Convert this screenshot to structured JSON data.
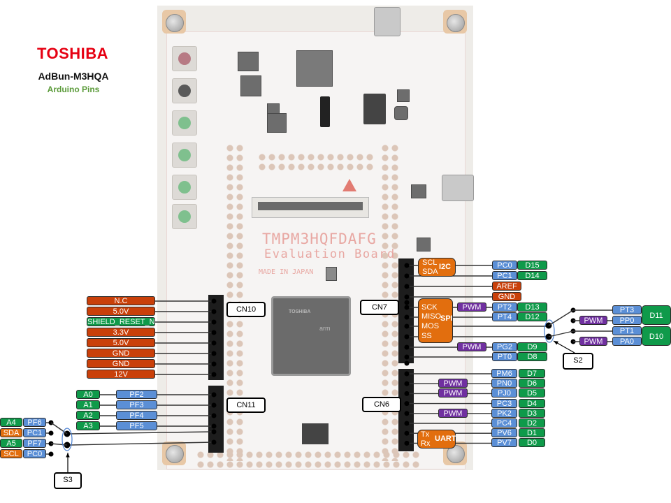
{
  "header": {
    "brand": "TOSHIBA",
    "model": "AdBun-M3HQA",
    "subtitle": "Arduino Pins"
  },
  "board": {
    "title_line1": "TMPM3HQFDAFG",
    "title_line2": "Evaluation Board",
    "made_in": "MADE IN JAPAN",
    "chip_brand": "TOSHIBA",
    "chip_arm": "arm"
  },
  "colors": {
    "power": "#c9400a",
    "arduino": "#0f9a4a",
    "mcu_pin": "#5b8fd6",
    "pwm": "#7030a0",
    "bus": "#e26e0e",
    "brand": "#e60012"
  },
  "connectors": {
    "cn10": "CN10",
    "cn11": "CN11",
    "cn7": "CN7",
    "cn6": "CN6"
  },
  "cn10_pins": [
    "N.C",
    "5.0V",
    "SHIELD_RESET_N",
    "3.3V",
    "5.0V",
    "GND",
    "GND",
    "12V"
  ],
  "cn11_pins": [
    {
      "arduino": "A0",
      "mcu": "PF2"
    },
    {
      "arduino": "A1",
      "mcu": "PF3"
    },
    {
      "arduino": "A2",
      "mcu": "PF4"
    },
    {
      "arduino": "A3",
      "mcu": "PF5"
    }
  ],
  "s3_options": [
    {
      "func": "A4",
      "mcu": "PF6"
    },
    {
      "func": "SDA",
      "mcu": "PC1"
    },
    {
      "func": "A5",
      "mcu": "PF7"
    },
    {
      "func": "SCL",
      "mcu": "PC0"
    }
  ],
  "switches": {
    "s3": "S3",
    "s2": "S2"
  },
  "cn7_groups": {
    "i2c": {
      "name": "I2C",
      "signals": [
        "SCL",
        "SDA"
      ]
    },
    "spi": {
      "name": "SPI",
      "signals": [
        "SCK",
        "MISO",
        "MOS",
        "SS"
      ]
    }
  },
  "cn7_pins": [
    {
      "mcu": "PC0",
      "arduino": "D15"
    },
    {
      "mcu": "PC1",
      "arduino": "D14"
    },
    {
      "power": "AREF"
    },
    {
      "power": "GND"
    },
    {
      "pwm": "PWM",
      "mcu": "PT2",
      "arduino": "D13"
    },
    {
      "mcu": "PT4",
      "arduino": "D12"
    },
    {
      "pwm": "PWM",
      "mcu": "PG2",
      "arduino": "D9"
    },
    {
      "mcu": "PT0",
      "arduino": "D8"
    }
  ],
  "s2_options": [
    {
      "mcu": "PT3",
      "pwm": "",
      "arduino": "D11"
    },
    {
      "mcu": "PP0",
      "pwm": "PWM",
      "arduino": "D11"
    },
    {
      "mcu": "PT1",
      "pwm": "",
      "arduino": "D10"
    },
    {
      "mcu": "PA0",
      "pwm": "PWM",
      "arduino": "D10"
    }
  ],
  "s2_arduino": [
    "D11",
    "D10"
  ],
  "cn6_pins": [
    {
      "pwm": "",
      "mcu": "PM6",
      "arduino": "D7"
    },
    {
      "pwm": "PWM",
      "mcu": "PN0",
      "arduino": "D6"
    },
    {
      "pwm": "PWM",
      "mcu": "PJ0",
      "arduino": "D5"
    },
    {
      "pwm": "",
      "mcu": "PC3",
      "arduino": "D4"
    },
    {
      "pwm": "PWM",
      "mcu": "PK2",
      "arduino": "D3"
    },
    {
      "pwm": "",
      "mcu": "PC4",
      "arduino": "D2"
    },
    {
      "pwm": "",
      "mcu": "PV6",
      "arduino": "D1"
    },
    {
      "pwm": "",
      "mcu": "PV7",
      "arduino": "D0"
    }
  ],
  "uart": {
    "name": "UART",
    "signals": [
      "Tx",
      "Rx"
    ]
  }
}
